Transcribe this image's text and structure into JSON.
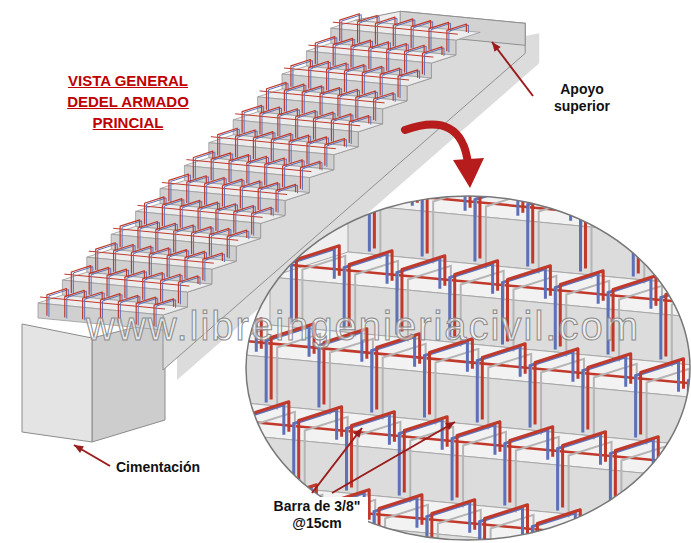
{
  "diagram": {
    "title": "VISTA GENERAL DEDEL ARMADO PRINCIAL",
    "labels": [
      "Apoyo superior",
      "Cimentación",
      "Barra de 3/8\" @15cm",
      "www.libreingenieriacivil.com"
    ]
  }
}
